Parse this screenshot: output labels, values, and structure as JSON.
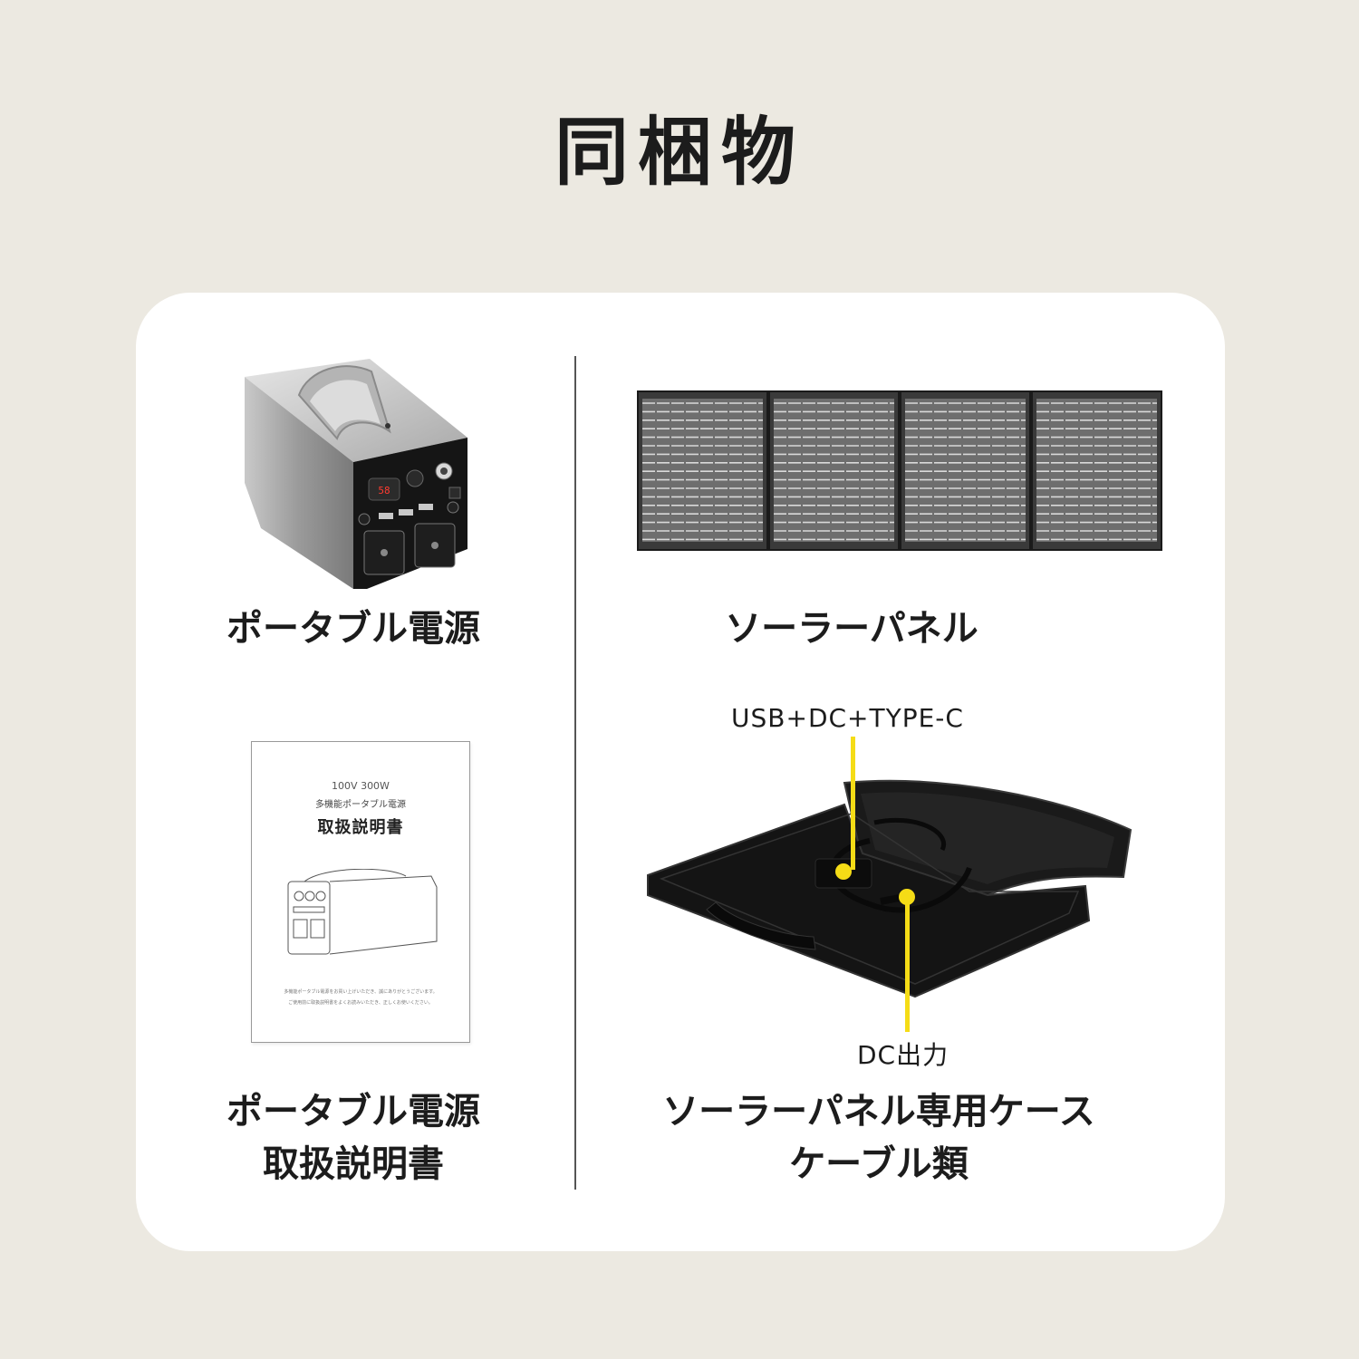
{
  "title": "同梱物",
  "items": [
    {
      "label_lines": [
        "ポータブル電源"
      ]
    },
    {
      "label_lines": [
        "ソーラーパネル"
      ]
    },
    {
      "label_lines": [
        "ポータブル電源",
        "取扱説明書"
      ]
    },
    {
      "label_lines": [
        "ソーラーパネル専用ケース",
        "ケーブル類"
      ]
    }
  ],
  "power_station": {
    "display_value": "58"
  },
  "manual": {
    "spec": "100V 300W",
    "subtitle": "多機能ポータブル電源",
    "heading": "取扱説明書",
    "note_1": "多機能ポータブル電源をお買い上げいただき、誠にありがとうございます。",
    "note_2": "ご使用前に取扱説明書をよくお読みいただき、正しくお使いください。"
  },
  "callouts": {
    "top": "USB+DC+TYPE-C",
    "bottom": "DC出力"
  },
  "colors": {
    "background": "#ECE9E1",
    "card": "#FFFFFF",
    "callout_marker": "#F5DC16",
    "text": "#1C1C1C"
  }
}
